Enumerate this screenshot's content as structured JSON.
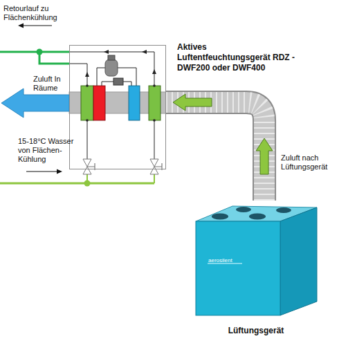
{
  "diagram": {
    "nodes": [
      {
        "text": [
          "Aktives Luftentfeuchtungsgerät RDZ - DWF200 oder DWF400"
        ]
      },
      {
        "text": [
          "Lüftungsgerät"
        ]
      }
    ],
    "edges": [
      {
        "from": 1,
        "to": 0,
        "arrow": "to",
        "label": "Zuluft nach Lüftungsgerät"
      }
    ],
    "labels": [
      "Retourlauf zu Flächenkühlung",
      "Zuluft In Räume",
      "15-18°C Wasser von Flächen-Kühlung",
      "aerosilent"
    ]
  }
}
